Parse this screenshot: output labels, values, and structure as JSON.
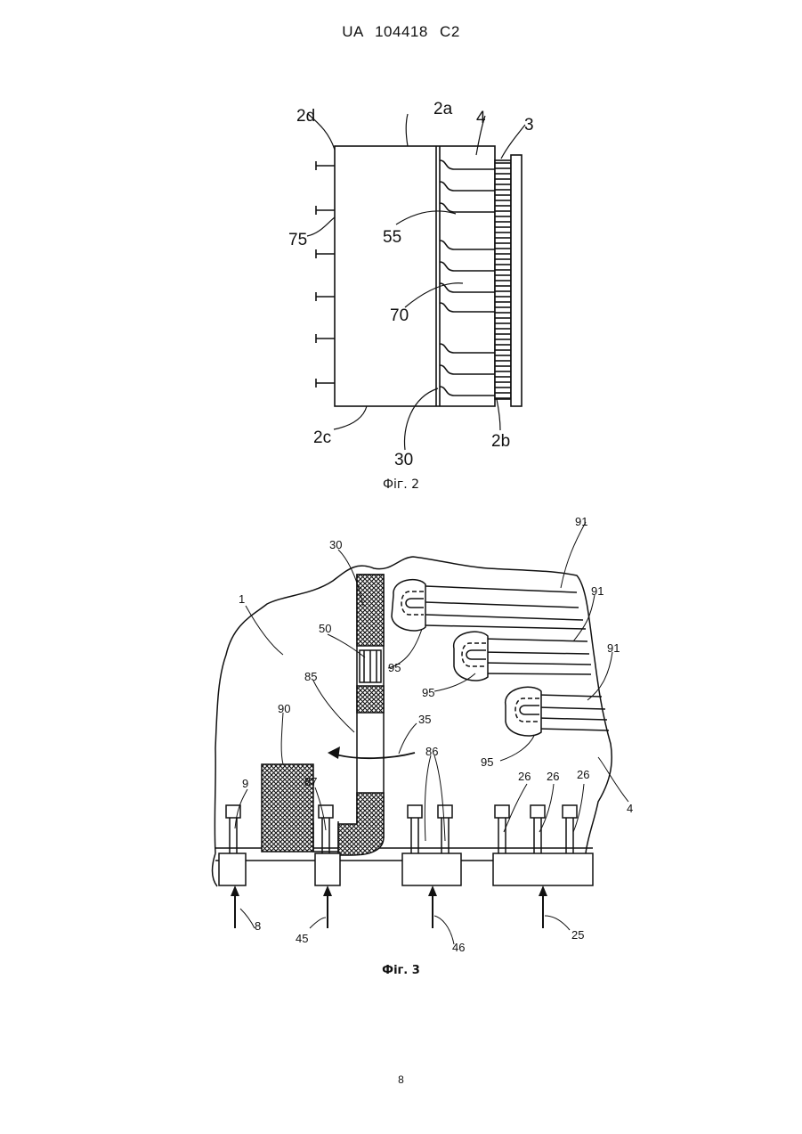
{
  "header": {
    "patent_number": "UA   104418   C2"
  },
  "figure2": {
    "caption": "Фіг. 2",
    "labels": {
      "l2d": "2d",
      "l2a": "2a",
      "l4": "4",
      "l3": "3",
      "l75": "75",
      "l55": "55",
      "l70": "70",
      "l2c": "2c",
      "l30": "30",
      "l2b": "2b"
    }
  },
  "figure3": {
    "caption": "Фіг. 3",
    "labels": {
      "l30": "30",
      "l1": "1",
      "l50": "50",
      "l85": "85",
      "l90": "90",
      "l35": "35",
      "l91a": "91",
      "l91b": "91",
      "l91c": "91",
      "l95a": "95",
      "l95b": "95",
      "l95c": "95",
      "l86": "86",
      "l9": "9",
      "l87": "87",
      "l26a": "26",
      "l26b": "26",
      "l26c": "26",
      "l4": "4",
      "l8": "8",
      "l45": "45",
      "l46": "46",
      "l25": "25"
    }
  },
  "footer": {
    "page_number": "8"
  }
}
